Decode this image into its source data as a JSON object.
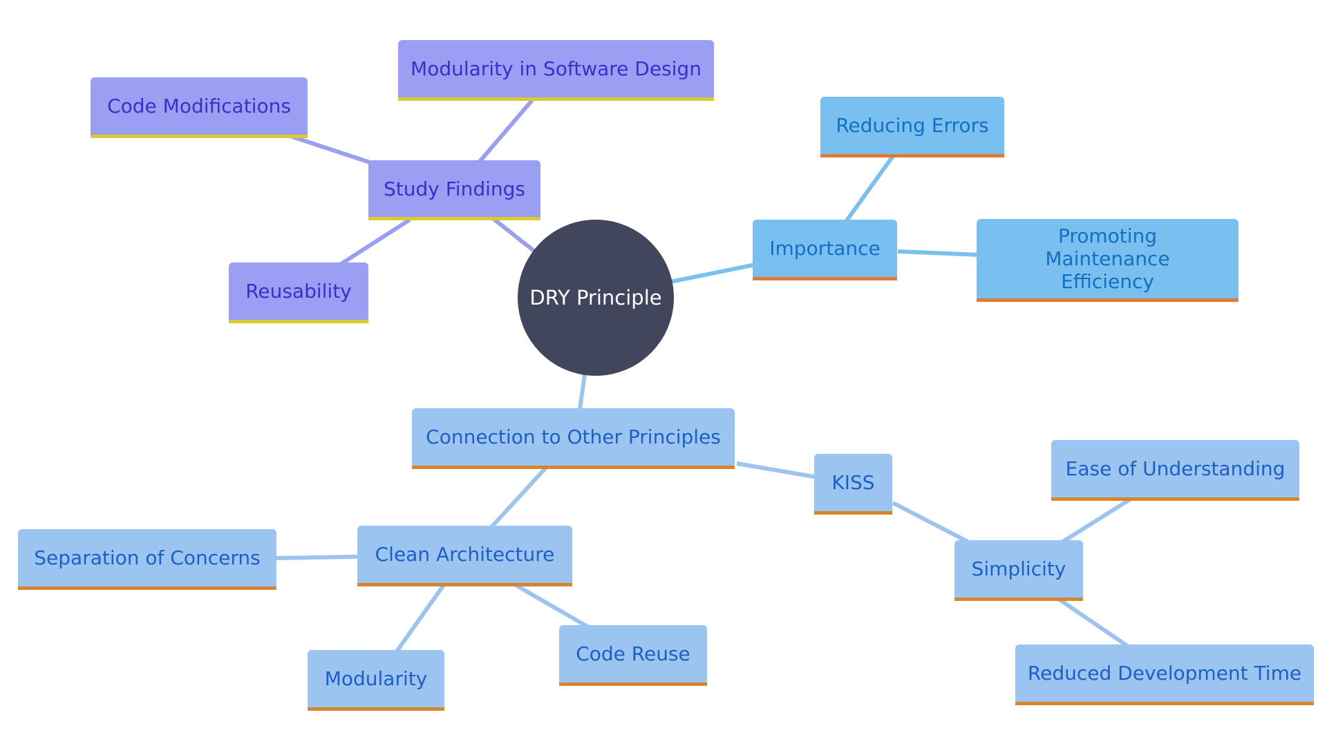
{
  "center": {
    "label": "DRY Principle"
  },
  "branches": {
    "study_findings": {
      "label": "Study Findings",
      "children": {
        "modularity_design": "Modularity in Software Design",
        "code_modifications": "Code Modifications",
        "reusability": "Reusability"
      }
    },
    "importance": {
      "label": "Importance",
      "children": {
        "reducing_errors": "Reducing Errors",
        "maintenance_efficiency": "Promoting Maintenance Efficiency"
      }
    },
    "connection": {
      "label": "Connection to Other Principles",
      "kiss": {
        "label": "KISS",
        "simplicity": {
          "label": "Simplicity",
          "children": {
            "ease": "Ease of Understanding",
            "reduced_time": "Reduced Development Time"
          }
        }
      },
      "clean_architecture": {
        "label": "Clean Architecture",
        "children": {
          "separation": "Separation of Concerns",
          "modularity": "Modularity",
          "code_reuse": "Code Reuse"
        }
      }
    }
  },
  "colors": {
    "center_fill": "#41465c",
    "study_fill": "#9a9ff3",
    "study_text": "#3a2fc7",
    "study_underline": "#d9cc2f",
    "study_edge": "#9a9ff0",
    "importance_fill": "#79c0f1",
    "importance_text": "#1370c0",
    "importance_underline": "#e07c30",
    "importance_edge": "#7cc0ee",
    "connection_fill": "#9cc4f0",
    "connection_text": "#1d5fc4",
    "connection_underline": "#d8862e",
    "connection_edge": "#9cc4ee"
  }
}
